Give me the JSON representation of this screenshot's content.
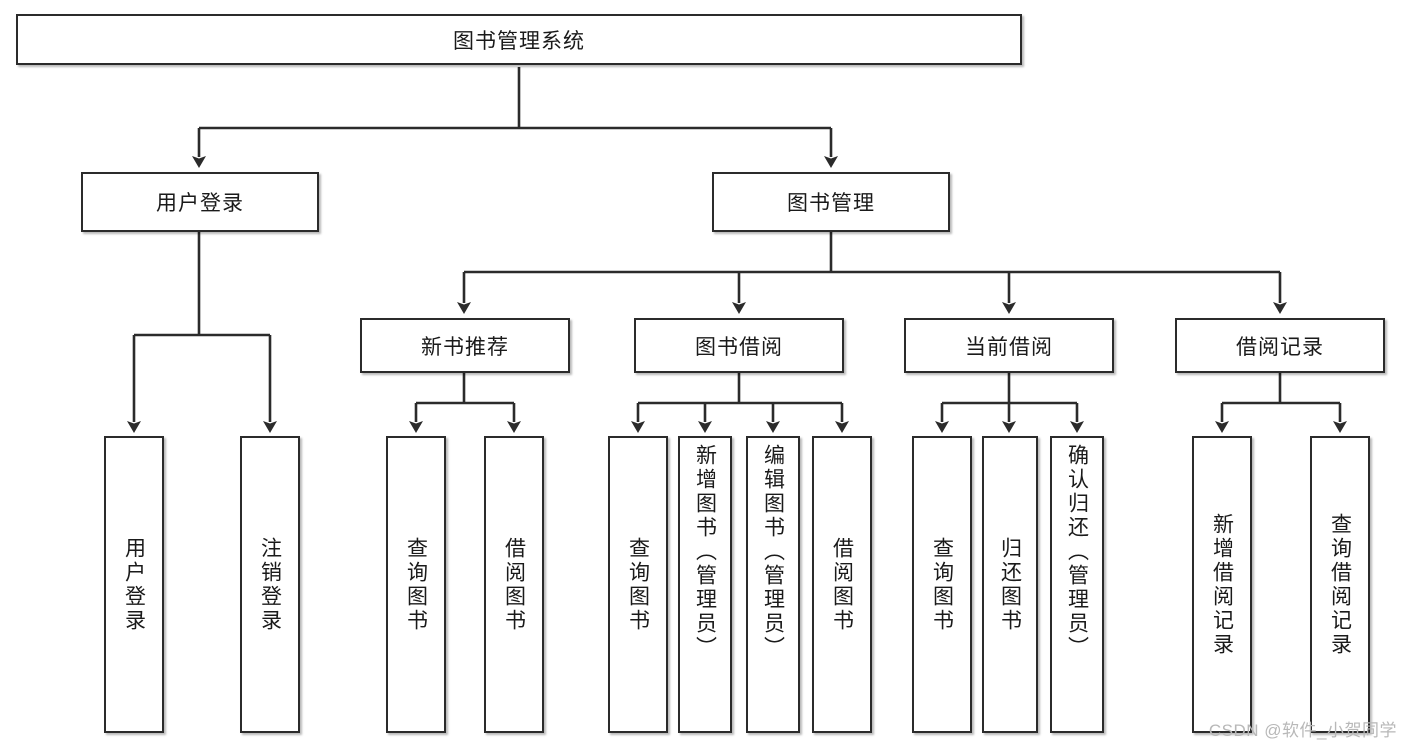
{
  "diagram": {
    "title": "图书管理系统",
    "type": "hierarchy-tree",
    "watermark": "CSDN @软件_小贺同学",
    "colors": {
      "node_border": "#2b2b2b",
      "node_fill": "#ffffff",
      "connector": "#2b2b2b",
      "text": "#1a1a1a",
      "watermark": "#b8b8b8"
    },
    "nodes": {
      "root": {
        "label": "图书管理系统"
      },
      "level1": [
        {
          "label": "用户登录"
        },
        {
          "label": "图书管理"
        }
      ],
      "level2": [
        {
          "label": "新书推荐"
        },
        {
          "label": "图书借阅"
        },
        {
          "label": "当前借阅"
        },
        {
          "label": "借阅记录"
        }
      ],
      "leaves": {
        "user_login": [
          {
            "label": "用户登录"
          },
          {
            "label": "注销登录"
          }
        ],
        "new_book_recommend": [
          {
            "label": "查询图书"
          },
          {
            "label": "借阅图书"
          }
        ],
        "book_borrow": [
          {
            "label": "查询图书"
          },
          {
            "label": "新增图书（管理员）"
          },
          {
            "label": "编辑图书（管理员）"
          },
          {
            "label": "借阅图书"
          }
        ],
        "current_borrow": [
          {
            "label": "查询图书"
          },
          {
            "label": "归还图书"
          },
          {
            "label": "确认归还（管理员）"
          }
        ],
        "borrow_record": [
          {
            "label": "新增借阅记录"
          },
          {
            "label": "查询借阅记录"
          }
        ]
      }
    }
  }
}
